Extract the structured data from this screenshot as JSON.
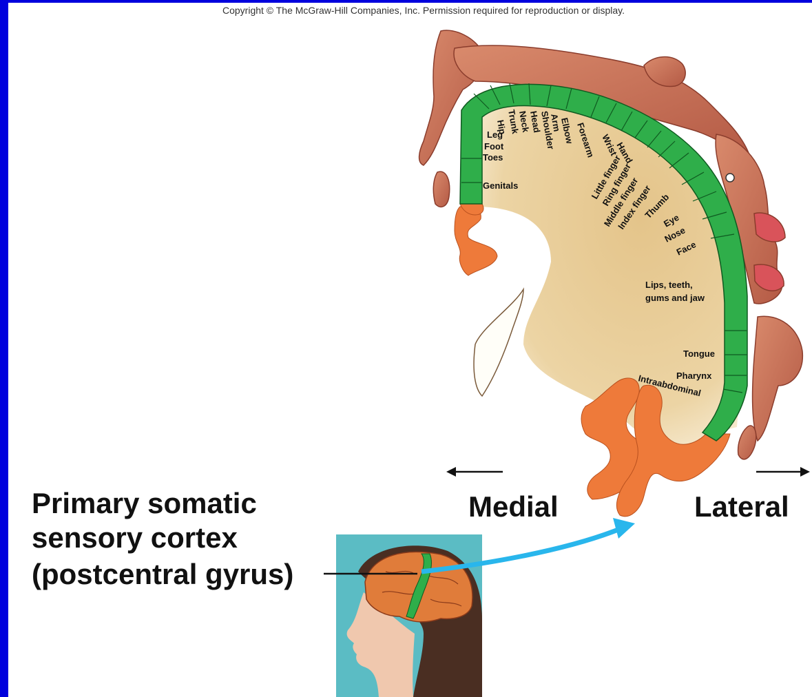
{
  "copyright": "Copyright © The McGraw-Hill Companies, Inc. Permission required for reproduction or display.",
  "title": {
    "line1": "Primary somatic",
    "line2": "sensory cortex",
    "line3": "(postcentral gyrus)"
  },
  "directions": {
    "medial": "Medial",
    "lateral": "Lateral"
  },
  "regions": {
    "hip": "Hip",
    "trunk": "Trunk",
    "neck": "Neck",
    "head": "Head",
    "shoulder": "Shoulder",
    "arm": "Arm",
    "elbow": "Elbow",
    "forearm": "Forearm",
    "wrist": "Wrist",
    "hand": "Hand",
    "leg": "Leg",
    "foot": "Foot",
    "toes": "Toes",
    "genitals": "Genitals",
    "little_finger": "Little finger",
    "ring_finger": "Ring finger",
    "middle_finger": "Middle finger",
    "index_finger": "Index finger",
    "thumb": "Thumb",
    "eye": "Eye",
    "nose": "Nose",
    "face": "Face",
    "lips_line1": "Lips, teeth,",
    "lips_line2": "gums and jaw",
    "tongue": "Tongue",
    "pharynx": "Pharynx",
    "intraabdominal": "Intraabdominal"
  },
  "colors": {
    "border": "#0000dd",
    "cortex_band": "#2fae4a",
    "white_matter": "#e8c98a",
    "gyrus_orange": "#ee7a3a",
    "homunculus": "#c9705a",
    "arrow_blue": "#29b6ec",
    "inset_bg": "#5bbcc4"
  }
}
